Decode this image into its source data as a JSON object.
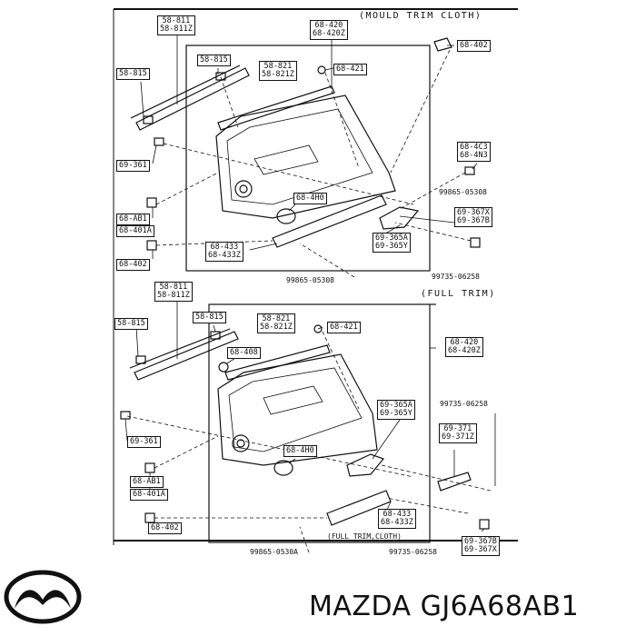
{
  "sections": [
    {
      "heading": "(MOULD TRIM CLOTH)",
      "labels": [
        [
          "58-811",
          "58-811Z"
        ],
        [
          "58-815"
        ],
        [
          "58-815"
        ],
        [
          "68-420",
          "68-420Z"
        ],
        [
          "68-402"
        ],
        [
          "58-821",
          "58-821Z"
        ],
        [
          "68-421"
        ],
        [
          "69-361"
        ],
        [
          "68-4C3",
          "68-4N3"
        ],
        [
          "68-4H0"
        ],
        [
          "69-367X",
          "69-367B"
        ],
        [
          "68-AB1"
        ],
        [
          "68-401A"
        ],
        [
          "69-365A",
          "69-365Y"
        ],
        [
          "68-433",
          "68-433Z"
        ],
        [
          "68-402"
        ]
      ],
      "plain": [
        "99865-05308",
        "99865-05308",
        "99735-06258"
      ]
    },
    {
      "heading": "(FULL TRIM)",
      "labels": [
        [
          "58-811",
          "58-811Z"
        ],
        [
          "58-815"
        ],
        [
          "58-815"
        ],
        [
          "58-821",
          "58-821Z"
        ],
        [
          "68-421"
        ],
        [
          "68-408"
        ],
        [
          "68-420",
          "68-420Z"
        ],
        [
          "69-365A",
          "69-365Y"
        ],
        [
          "69-361"
        ],
        [
          "69-371",
          "69-371Z"
        ],
        [
          "68-4H0"
        ],
        [
          "68-AB1"
        ],
        [
          "68-401A"
        ],
        [
          "68-402"
        ],
        [
          "68-433",
          "68-433Z"
        ],
        [
          "69-367B",
          "69-367X"
        ]
      ],
      "plain": [
        "99735-06258",
        "(FULL TRIM,CLOTH)",
        "99865-0530A",
        "99735-06258"
      ]
    }
  ],
  "brand": {
    "logo_icon": "mazda-logo-icon",
    "text": "MAZDA GJ6A68AB1"
  }
}
